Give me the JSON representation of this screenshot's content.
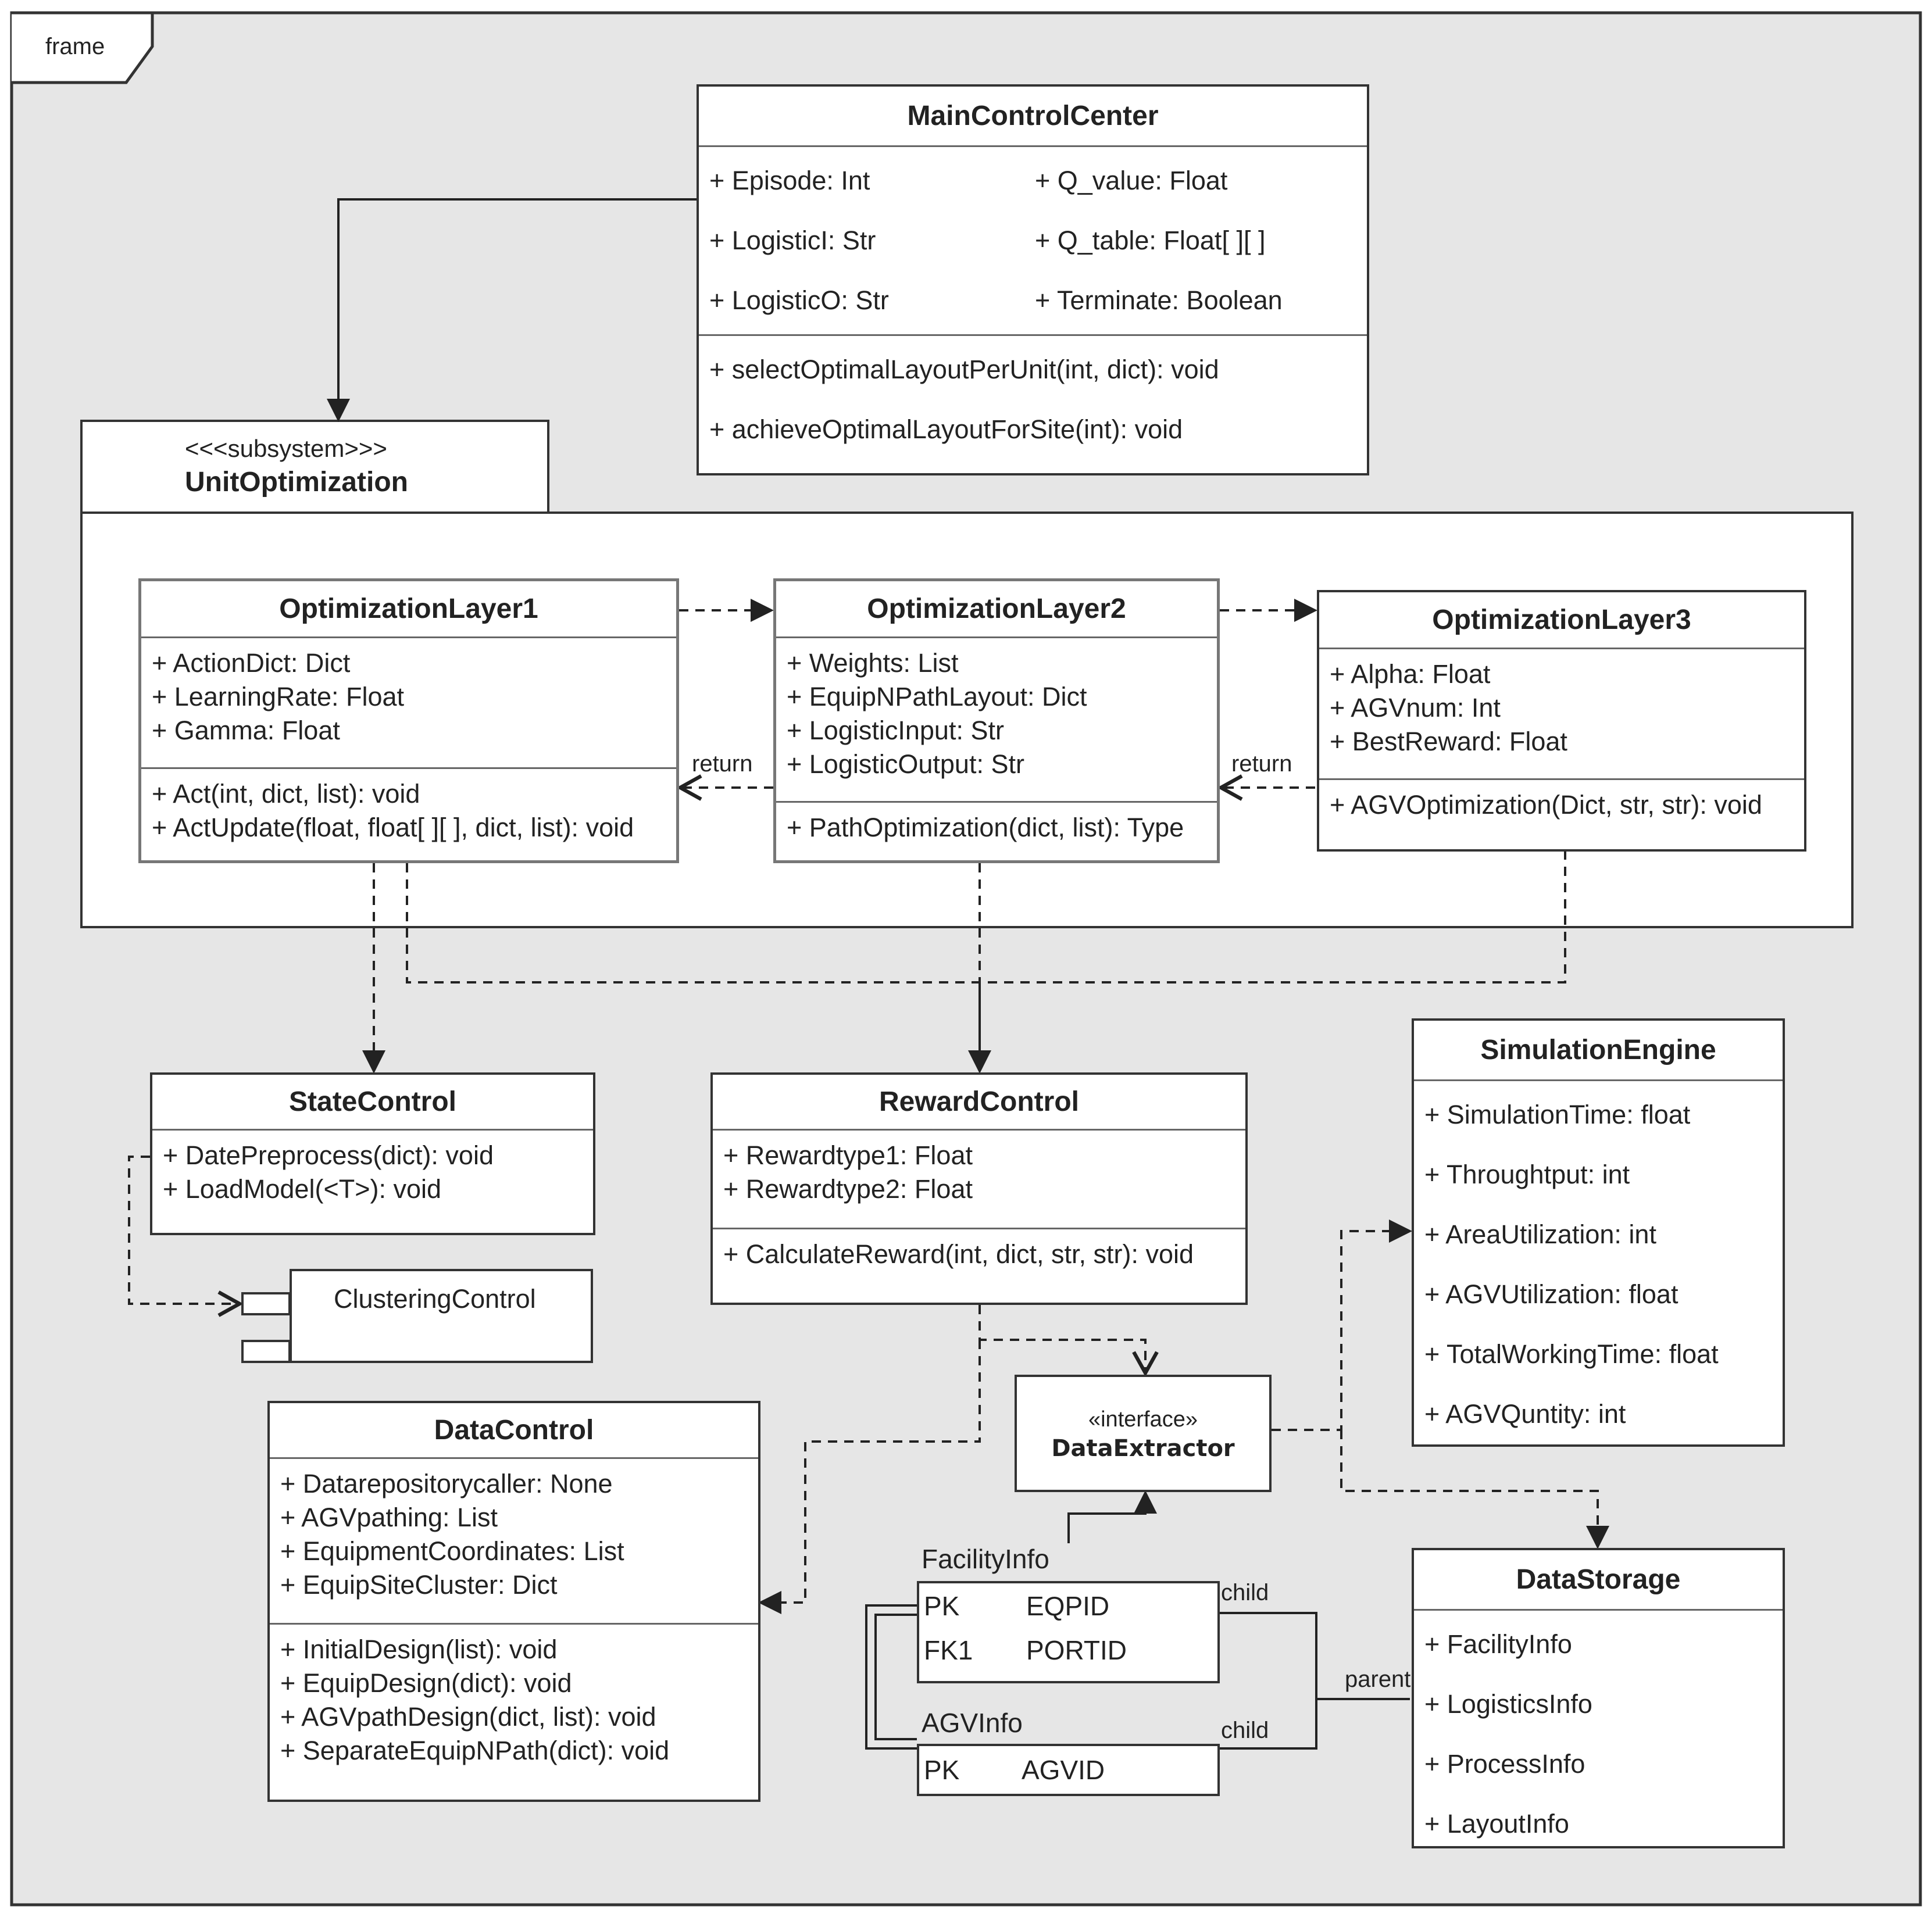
{
  "frame": {
    "label": "frame"
  },
  "subsystem": {
    "stereotype": "<<<subsystem>>>",
    "name": "UnitOptimization"
  },
  "main_control": {
    "title": "MainControlCenter",
    "attrs_left": [
      "+ Episode: Int",
      "+ LogisticI: Str",
      "+ LogisticO: Str"
    ],
    "attrs_right": [
      "+ Q_value: Float",
      "+ Q_table: Float[ ][ ]",
      "+ Terminate: Boolean"
    ],
    "methods": [
      "+ selectOptimalLayoutPerUnit(int, dict): void",
      "+ achieveOptimalLayoutForSite(int): void"
    ]
  },
  "layer1": {
    "title": "OptimizationLayer1",
    "attrs": [
      "+ ActionDict: Dict",
      "+ LearningRate: Float",
      "+ Gamma: Float"
    ],
    "methods": [
      "+ Act(int, dict, list): void",
      "+ ActUpdate(float, float[ ][ ], dict, list): void"
    ]
  },
  "layer2": {
    "title": "OptimizationLayer2",
    "attrs": [
      "+ Weights: List",
      "+ EquipNPathLayout: Dict",
      "+ LogisticInput: Str",
      "+ LogisticOutput: Str"
    ],
    "methods": [
      "+ PathOptimization(dict, list): Type"
    ]
  },
  "layer3": {
    "title": "OptimizationLayer3",
    "attrs": [
      "+ Alpha: Float",
      "+ AGVnum: Int",
      "+ BestReward: Float"
    ],
    "methods": [
      "+ AGVOptimization(Dict, str, str): void"
    ]
  },
  "return_labels": [
    "return",
    "return"
  ],
  "state_control": {
    "title": "StateControl",
    "methods": [
      "+ DatePreprocess(dict): void",
      "+ LoadModel(<T>): void"
    ]
  },
  "clustering": {
    "name": "ClusteringControl"
  },
  "reward_control": {
    "title": "RewardControl",
    "attrs": [
      "+ Rewardtype1: Float",
      "+ Rewardtype2: Float"
    ],
    "methods": [
      "+ CalculateReward(int, dict, str, str): void"
    ]
  },
  "simulation": {
    "title": "SimulationEngine",
    "attrs": [
      "+ SimulationTime: float",
      "+ Throughtput: int",
      "+ AreaUtilization: int",
      "+ AGVUtilization: float",
      "+ TotalWorkingTime: float",
      "+ AGVQuntity: int"
    ]
  },
  "data_control": {
    "title": "DataControl",
    "attrs": [
      "+ Datarepositorycaller: None",
      "+ AGVpathing: List",
      "+ EquipmentCoordinates: List",
      "+ EquipSiteCluster: Dict"
    ],
    "methods": [
      "+ InitialDesign(list): void",
      "+ EquipDesign(dict): void",
      "+ AGVpathDesign(dict, list): void",
      "+ SeparateEquipNPath(dict): void"
    ]
  },
  "data_extractor": {
    "stereotype": "«interface»",
    "name": "DataExtractor"
  },
  "facility_info": {
    "title": "FacilityInfo",
    "rows": [
      [
        "PK",
        "EQPID"
      ],
      [
        "FK1",
        "PORTID"
      ]
    ]
  },
  "agv_info": {
    "title": "AGVInfo",
    "rows": [
      [
        "PK",
        "AGVID"
      ]
    ]
  },
  "relation_labels": {
    "child1": "child",
    "child2": "child",
    "parent": "parent"
  },
  "data_storage": {
    "title": "DataStorage",
    "attrs": [
      "+ FacilityInfo",
      "+ LogisticsInfo",
      "+ ProcessInfo",
      "+ LayoutInfo"
    ]
  },
  "colors": {
    "frame_bg": "#e6e6e6",
    "box_bg": "#ffffff",
    "line": "#222222"
  }
}
